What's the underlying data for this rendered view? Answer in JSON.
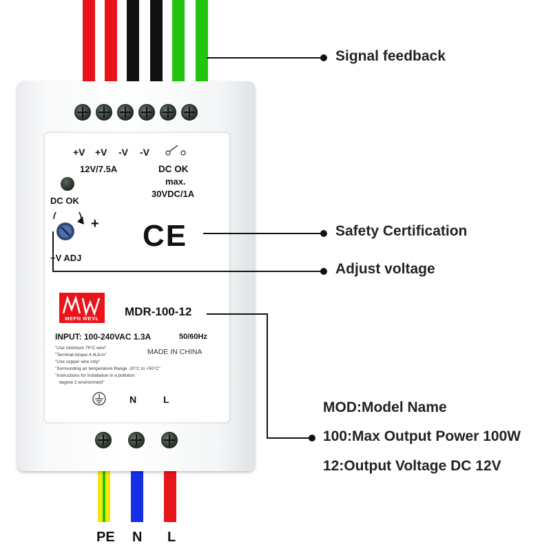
{
  "wires": {
    "top_colors": [
      "#e8141a",
      "#e8141a",
      "#111111",
      "#111111",
      "#22c40e",
      "#22c40e"
    ],
    "bottom": [
      {
        "label": "PE",
        "color": "#f2e80c",
        "stripe": "#22c40e"
      },
      {
        "label": "N",
        "color": "#1430e6"
      },
      {
        "label": "L",
        "color": "#e8141a"
      }
    ]
  },
  "device": {
    "top_terminal_labels": [
      "+V",
      "+V",
      "-V",
      "-V"
    ],
    "output_rating": "12V/7.5A",
    "dc_ok_relay": {
      "line1": "DC OK",
      "line2": "max.",
      "line3": "30VDC/1A"
    },
    "led_label": "DC OK",
    "adjust_plus": "+",
    "adjust_label": "+V ADJ",
    "ce_mark": "CE",
    "logo_text": "MEFN WEVL",
    "model": "MDR-100-12",
    "input": "INPUT: 100-240VAC  1.3A",
    "frequency": "50/60Hz",
    "made_in": "MADE IN CHINA",
    "notes": [
      "\"Use minimum 75°C wire\"",
      "\"Terminal torque 4.4Lb-in\"",
      "\"Use copper wire only\"",
      "\"Surrounding air temperature Range -20°C to +50°C\"",
      "\"Instructions for installation in a pollution",
      "degree 2 environment\""
    ],
    "bottom_terminal_labels": [
      "N",
      "L"
    ]
  },
  "callouts": {
    "signal": "Signal feedback",
    "safety": "Safety Certification",
    "adjust": "Adjust voltage",
    "mod": "MOD:Model Name",
    "power": "100:Max Output Power 100W",
    "voltage": "12:Output Voltage DC 12V"
  }
}
